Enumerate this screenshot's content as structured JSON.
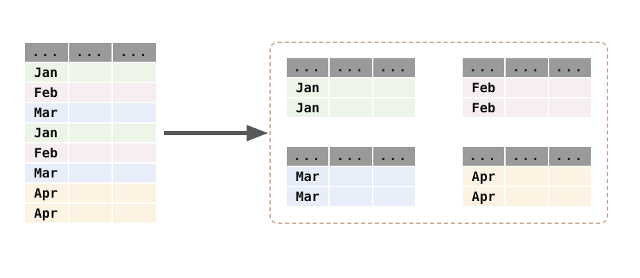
{
  "colors": {
    "header_bg": "#9a9a9a",
    "row_jan": "#edf5e9",
    "row_feb": "#f6eef1",
    "row_mar": "#e7eefa",
    "row_apr": "#fcf3e2",
    "arrow": "#58585b",
    "box_border": "#c9aa96"
  },
  "source_table": {
    "columns": [
      "...",
      "...",
      "..."
    ],
    "rows": [
      {
        "label": "Jan",
        "group": "jan"
      },
      {
        "label": "Feb",
        "group": "feb"
      },
      {
        "label": "Mar",
        "group": "mar"
      },
      {
        "label": "Jan",
        "group": "jan"
      },
      {
        "label": "Feb",
        "group": "feb"
      },
      {
        "label": "Mar",
        "group": "mar"
      },
      {
        "label": "Apr",
        "group": "apr"
      },
      {
        "label": "Apr",
        "group": "apr"
      }
    ]
  },
  "groups": [
    {
      "key": "jan",
      "columns": [
        "...",
        "...",
        "..."
      ],
      "rows": [
        "Jan",
        "Jan"
      ]
    },
    {
      "key": "feb",
      "columns": [
        "...",
        "...",
        "..."
      ],
      "rows": [
        "Feb",
        "Feb"
      ]
    },
    {
      "key": "mar",
      "columns": [
        "...",
        "...",
        "..."
      ],
      "rows": [
        "Mar",
        "Mar"
      ]
    },
    {
      "key": "apr",
      "columns": [
        "...",
        "...",
        "..."
      ],
      "rows": [
        "Apr",
        "Apr"
      ]
    }
  ]
}
